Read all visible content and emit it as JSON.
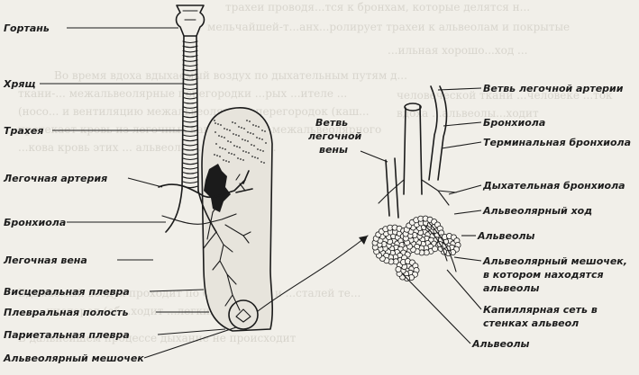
{
  "background_text": [
    "трахеи проводя...тся к бронхам, которые делятся н...",
    "мельчайшей-т...анх...ролирует трахеи к альвеолам и покрытые",
    "Во время вдоха вдыхаемый воздух по дыхательным путям д...",
    "ткани-... межальвеолярные перегородки ...рых ...ителе ...",
    "(носо... и вентиляцию межальвеолярных перегородок (каш...",
    "протекает кровь из легочных капилляров и межальвеолярного",
    "...кова кровь  этих ... альвеол ... ...перевоздух.",
    "Вдыхаемый воздух проходит по бронхиолам и ...сталей те...",
    "...кислород (об...ходит ...легкий) ... ...",
    "В дальнейшем процессе дыхание не происходит",
    "...ильная хорошо...ход ...",
    "человеческой ткани ...человеке ...ток",
    "вдоха ...альвеолы...ходит"
  ],
  "left_labels": {
    "larynx": "Гортань",
    "cartilage": "Хрящ",
    "trachea": "Трахея",
    "pulmonary_artery": "Легочная артерия",
    "bronchiole": "Бронхиола",
    "pulmonary_vein": "Легочная вена",
    "visceral_pleura": "Висцеральная плевра",
    "pleural_cavity": "Плевральная полость",
    "parietal_pleura": "Париетальная плевра",
    "alveolar_sac": "Альвеолярный мешочек"
  },
  "vein_branch_label": [
    "Ветвь",
    "легочной",
    "вены"
  ],
  "right_labels": {
    "artery_branch": "Ветвь легочной артерии",
    "bronchiole": "Бронхиола",
    "terminal_bronchiole": "Терминальная бронхиола",
    "respiratory_bronchiole": "Дыхательная бронхиола",
    "alveolar_duct": "Альвеолярный ход",
    "alveoli_top": "Альвеолы",
    "alveolar_sac": [
      "Альвеолярный мешочек,",
      "в котором находятся",
      "альвеолы"
    ],
    "capillary_net": [
      "Капиллярная сеть в",
      "стенках альвеол"
    ],
    "alveoli_bottom": "Альвеолы"
  }
}
